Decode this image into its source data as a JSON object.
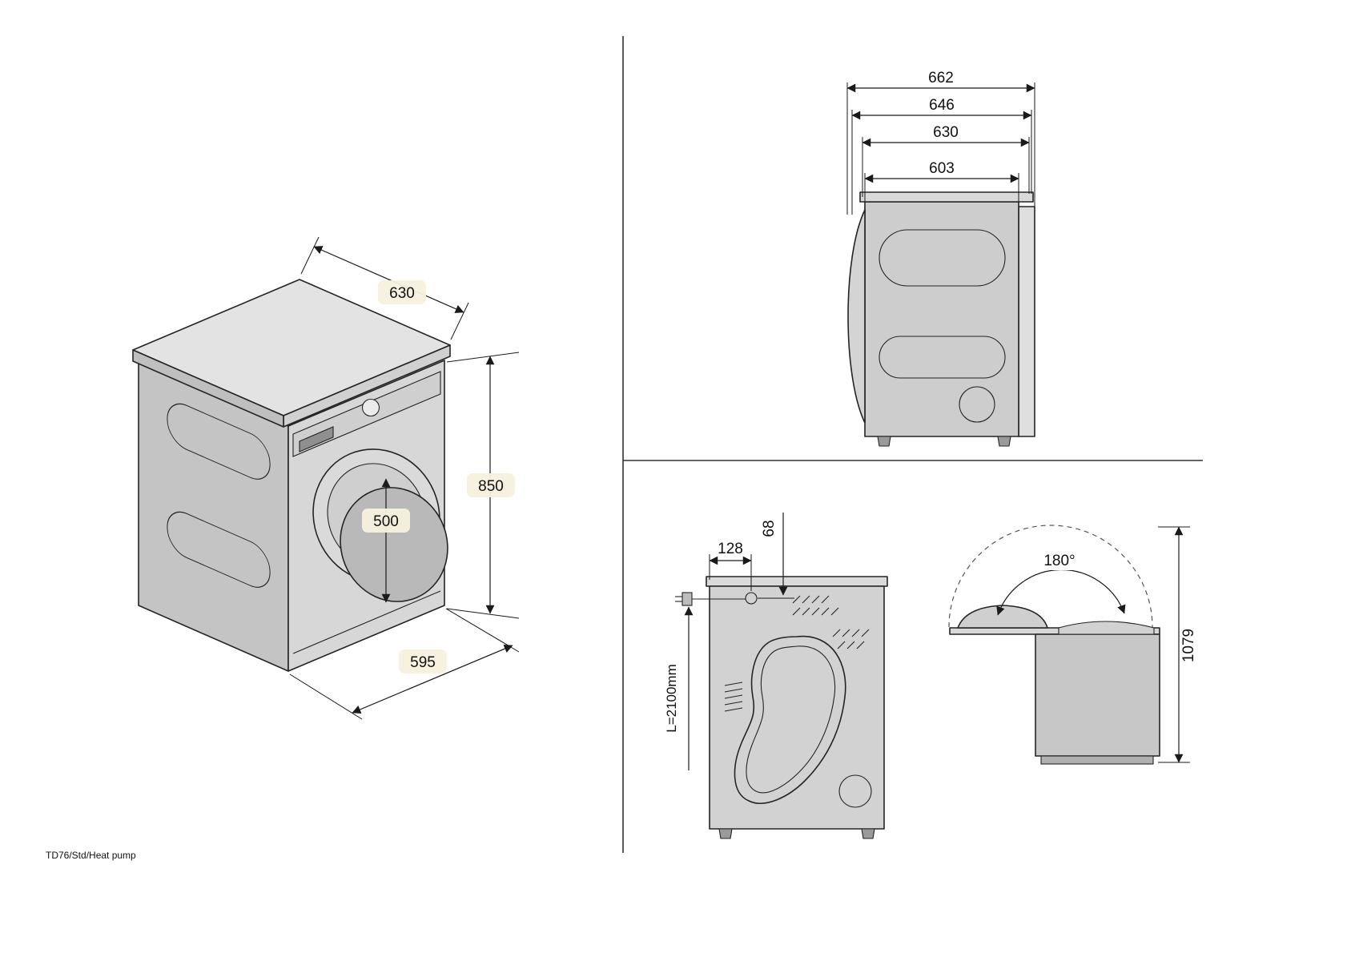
{
  "footer": {
    "model_label": "TD76/Std/Heat pump"
  },
  "diagram": {
    "iso_view": {
      "depth": "630",
      "height": "850",
      "door_diameter": "500",
      "width": "595"
    },
    "side_view": {
      "overall_depth": "662",
      "depth_with_door": "646",
      "body_depth": "630",
      "cabinet_depth": "603"
    },
    "rear_view": {
      "cable_offset_x": "128",
      "cable_offset_y": "68",
      "cable_length": "L=2100mm"
    },
    "door_swing_view": {
      "opening_angle": "180°",
      "height_door_open": "1079"
    }
  },
  "colors": {
    "line": "#1a1a1a",
    "body_light": "#d7d7d7",
    "body_mid": "#c9c9c9",
    "body_dark": "#b9b9b9"
  }
}
